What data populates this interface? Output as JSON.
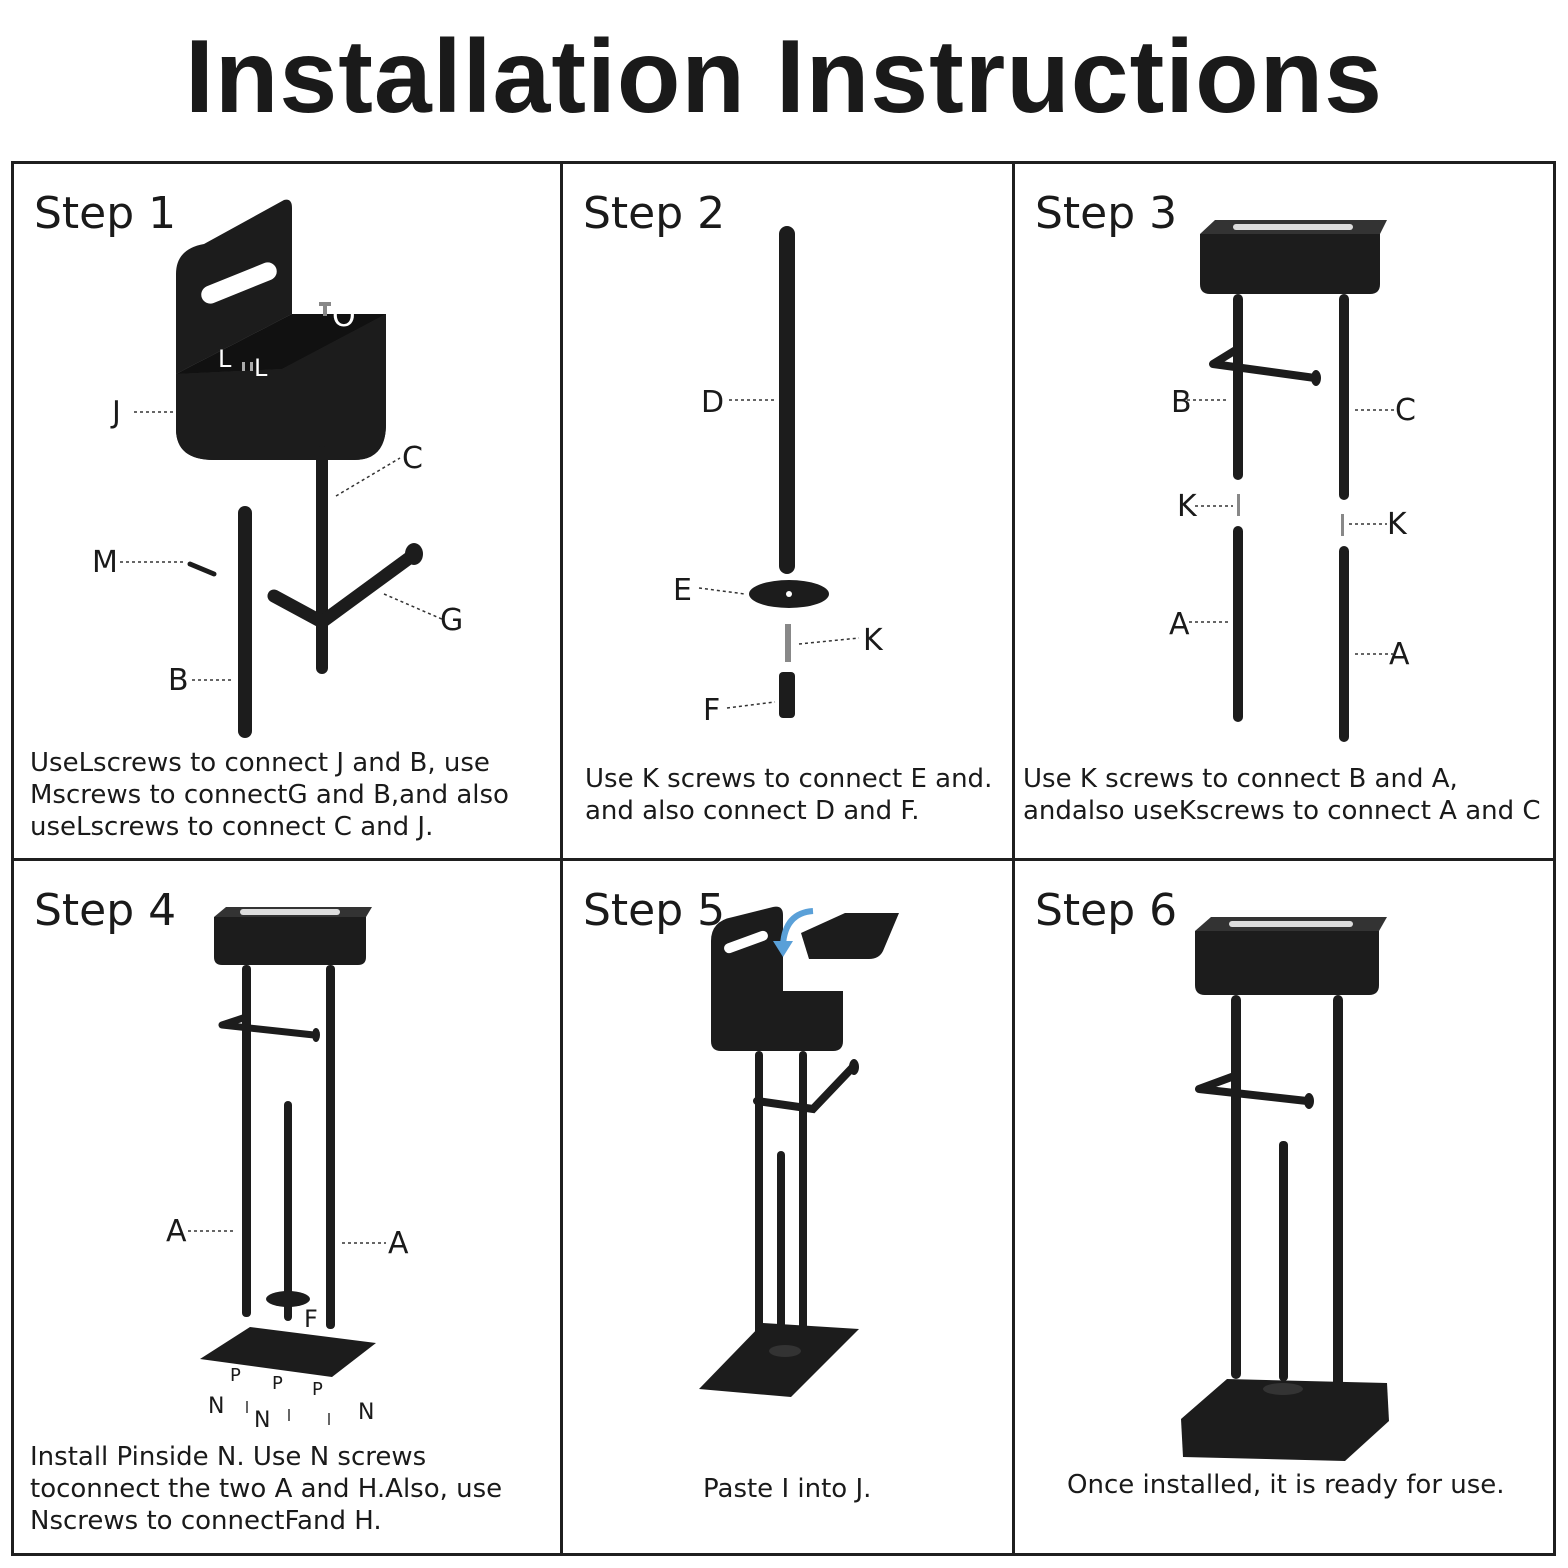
{
  "title": "Installation Instructions",
  "steps": [
    {
      "title": "Step 1",
      "caption": [
        "UseLscrews to connect J and B, use",
        "Mscrews to connectG and B,and also",
        "useLscrews to connect C and J."
      ],
      "labels": {
        "o": "O",
        "l1": "L",
        "l2": "L",
        "j": "J",
        "c": "C",
        "m": "M",
        "g": "G",
        "b": "B"
      }
    },
    {
      "title": "Step 2",
      "caption": [
        "Use K screws to connect E and.",
        "and also connect D and F."
      ],
      "labels": {
        "d": "D",
        "e": "E",
        "k": "K",
        "f": "F"
      }
    },
    {
      "title": "Step 3",
      "caption": [
        "Use K screws to connect B and A,",
        "andalso useKscrews to connect A and C"
      ],
      "labels": {
        "b": "B",
        "c": "C",
        "k1": "K",
        "k2": "K",
        "a1": "A",
        "a2": "A"
      }
    },
    {
      "title": "Step 4",
      "caption": [
        "Install Pinside N. Use N screws",
        "toconnect the two A and H.Also, use",
        "Nscrews to connectFand H."
      ],
      "labels": {
        "a1": "A",
        "a2": "A",
        "f": "F",
        "p1": "P",
        "p2": "P",
        "p3": "P",
        "n1": "N",
        "n2": "N",
        "n3": "N"
      }
    },
    {
      "title": "Step 5",
      "caption": [
        "Paste I into J."
      ],
      "labels": {}
    },
    {
      "title": "Step 6",
      "caption": [
        "Once installed, it is ready for use."
      ],
      "labels": {}
    }
  ],
  "colors": {
    "metal": "#1c1c1c",
    "arrow": "#5aa0d8",
    "border": "#1f1f1f"
  }
}
